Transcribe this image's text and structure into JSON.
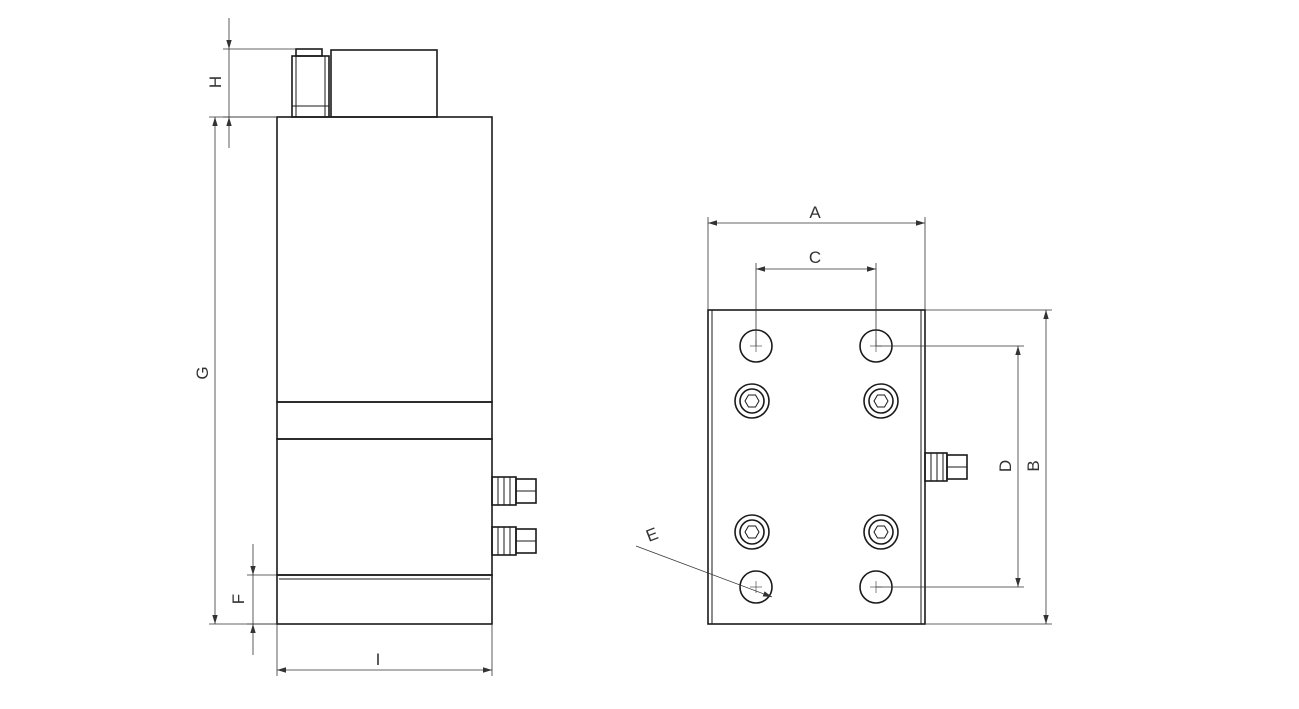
{
  "dimensions": {
    "A": "A",
    "B": "B",
    "C": "C",
    "D": "D",
    "E": "E",
    "F": "F",
    "G": "G",
    "H": "H",
    "I": "I"
  },
  "colors": {
    "line": "#1a1a1a",
    "background": "#ffffff"
  }
}
